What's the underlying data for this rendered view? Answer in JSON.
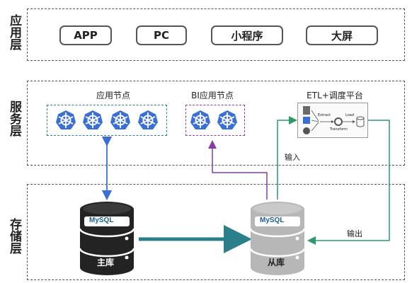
{
  "layers": {
    "app": {
      "label": "应用层"
    },
    "service": {
      "label": "服务层"
    },
    "storage": {
      "label": "存储层"
    }
  },
  "apps": [
    "APP",
    "PC",
    "小程序",
    "大屏"
  ],
  "service": {
    "app_node": {
      "title": "应用节点"
    },
    "bi_node": {
      "title": "BI应用节点"
    },
    "etl": {
      "title": "ETL+调度平台",
      "extract": "Extract",
      "transform": "Transform",
      "load": "Load"
    }
  },
  "storage": {
    "master": {
      "label": "主库",
      "logo": "MySQL"
    },
    "slave": {
      "label": "从库",
      "logo": "MySQL"
    }
  },
  "arrows": {
    "input": "输入",
    "output": "输出"
  },
  "colors": {
    "blue": "#3a6fd8",
    "teal": "#2b7f8a",
    "purple": "#8a3aa5",
    "green": "#2e9a6a",
    "dark": "#232323"
  }
}
